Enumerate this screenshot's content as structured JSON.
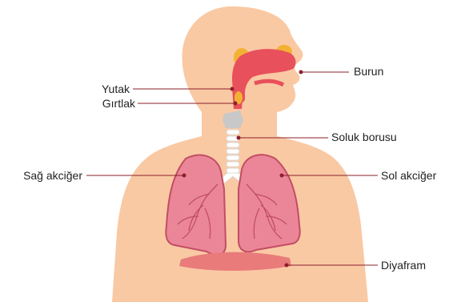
{
  "labels": {
    "burun": "Burun",
    "yutak": "Yutak",
    "girtlak": "Gırtlak",
    "soluk_borusu": "Soluk borusu",
    "sag_akciger": "Sağ akciğer",
    "sol_akciger": "Sol akciğer",
    "diyafram": "Diyafram"
  },
  "colors": {
    "skin": "#f9c9a4",
    "airway": "#e8505b",
    "sinus": "#f3b134",
    "lung": "#eb8699",
    "lung_outline": "#c24d63",
    "trachea": "#ffffff",
    "larynx": "#c8c8c8",
    "diaphragm": "#e97b7b",
    "leader_line": "#8c1f2b"
  }
}
